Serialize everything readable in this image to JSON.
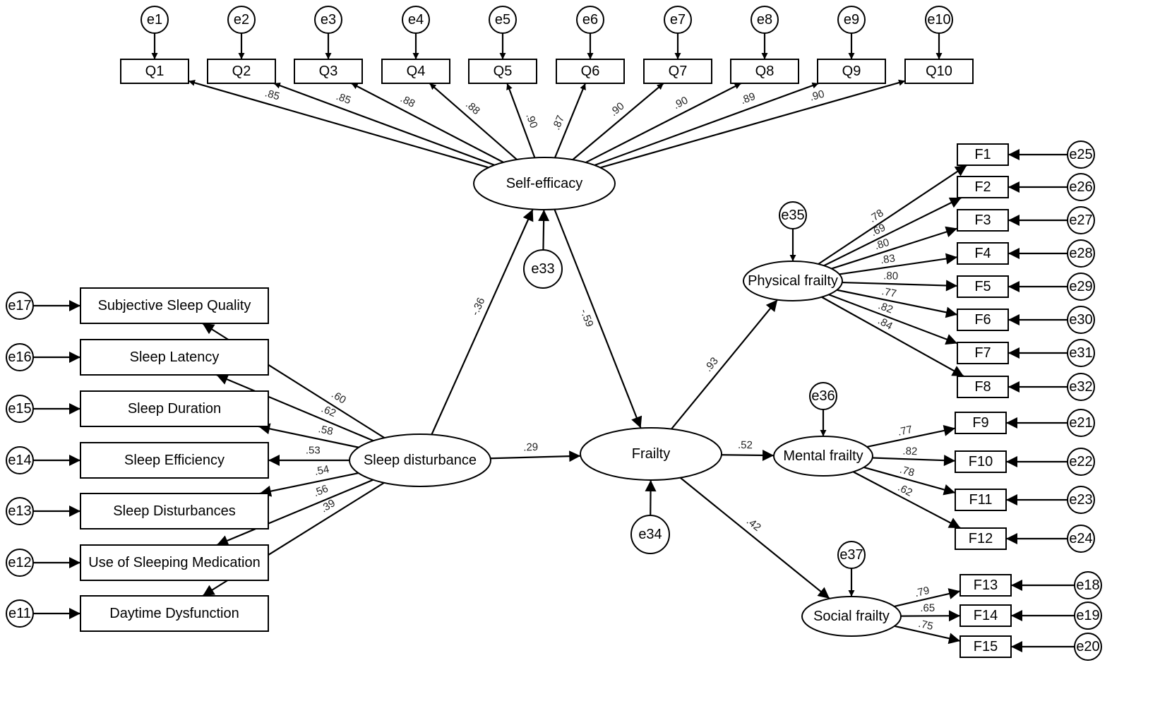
{
  "latent": {
    "self_efficacy": "Self-efficacy",
    "sleep_disturbance": "Sleep disturbance",
    "frailty": "Frailty",
    "physical_frailty": "Physical frailty",
    "mental_frailty": "Mental frailty",
    "social_frailty": "Social frailty"
  },
  "q_items": [
    "Q1",
    "Q2",
    "Q3",
    "Q4",
    "Q5",
    "Q6",
    "Q7",
    "Q8",
    "Q9",
    "Q10"
  ],
  "q_errors": [
    "e1",
    "e2",
    "e3",
    "e4",
    "e5",
    "e6",
    "e7",
    "e8",
    "e9",
    "e10"
  ],
  "q_loadings": [
    ".85",
    ".85",
    ".88",
    ".88",
    ".90",
    ".87",
    ".90",
    ".90",
    ".89",
    ".90"
  ],
  "sleep_items": [
    "Subjective Sleep Quality",
    "Sleep Latency",
    "Sleep Duration",
    "Sleep Efficiency",
    "Sleep Disturbances",
    "Use of Sleeping Medication",
    "Daytime Dysfunction"
  ],
  "sleep_errors": [
    "e17",
    "e16",
    "e15",
    "e14",
    "e13",
    "e12",
    "e11"
  ],
  "sleep_loadings": [
    ".60",
    ".62",
    ".58",
    ".53",
    ".54",
    ".56",
    ".39"
  ],
  "physical_items": [
    "F1",
    "F2",
    "F3",
    "F4",
    "F5",
    "F6",
    "F7",
    "F8"
  ],
  "physical_errors": [
    "e25",
    "e26",
    "e27",
    "e28",
    "e29",
    "e30",
    "e31",
    "e32"
  ],
  "physical_loadings": [
    ".78",
    ".69",
    ".80",
    ".83",
    ".80",
    ".77",
    ".82",
    ".84"
  ],
  "mental_items": [
    "F9",
    "F10",
    "F11",
    "F12"
  ],
  "mental_errors": [
    "e21",
    "e22",
    "e23",
    "e24"
  ],
  "mental_loadings": [
    ".77",
    ".82",
    ".78",
    ".62"
  ],
  "social_items": [
    "F13",
    "F14",
    "F15"
  ],
  "social_errors": [
    "e18",
    "e19",
    "e20"
  ],
  "social_loadings": [
    ".79",
    ".65",
    ".75"
  ],
  "structural_errors": {
    "self_efficacy": "e33",
    "frailty": "e34",
    "physical": "e35",
    "mental": "e36",
    "social": "e37"
  },
  "paths": {
    "sleep_to_self_efficacy": "-.36",
    "self_efficacy_to_frailty": "-.59",
    "sleep_to_frailty": ".29",
    "frailty_to_physical": ".93",
    "frailty_to_mental": ".52",
    "frailty_to_social": ".42"
  }
}
